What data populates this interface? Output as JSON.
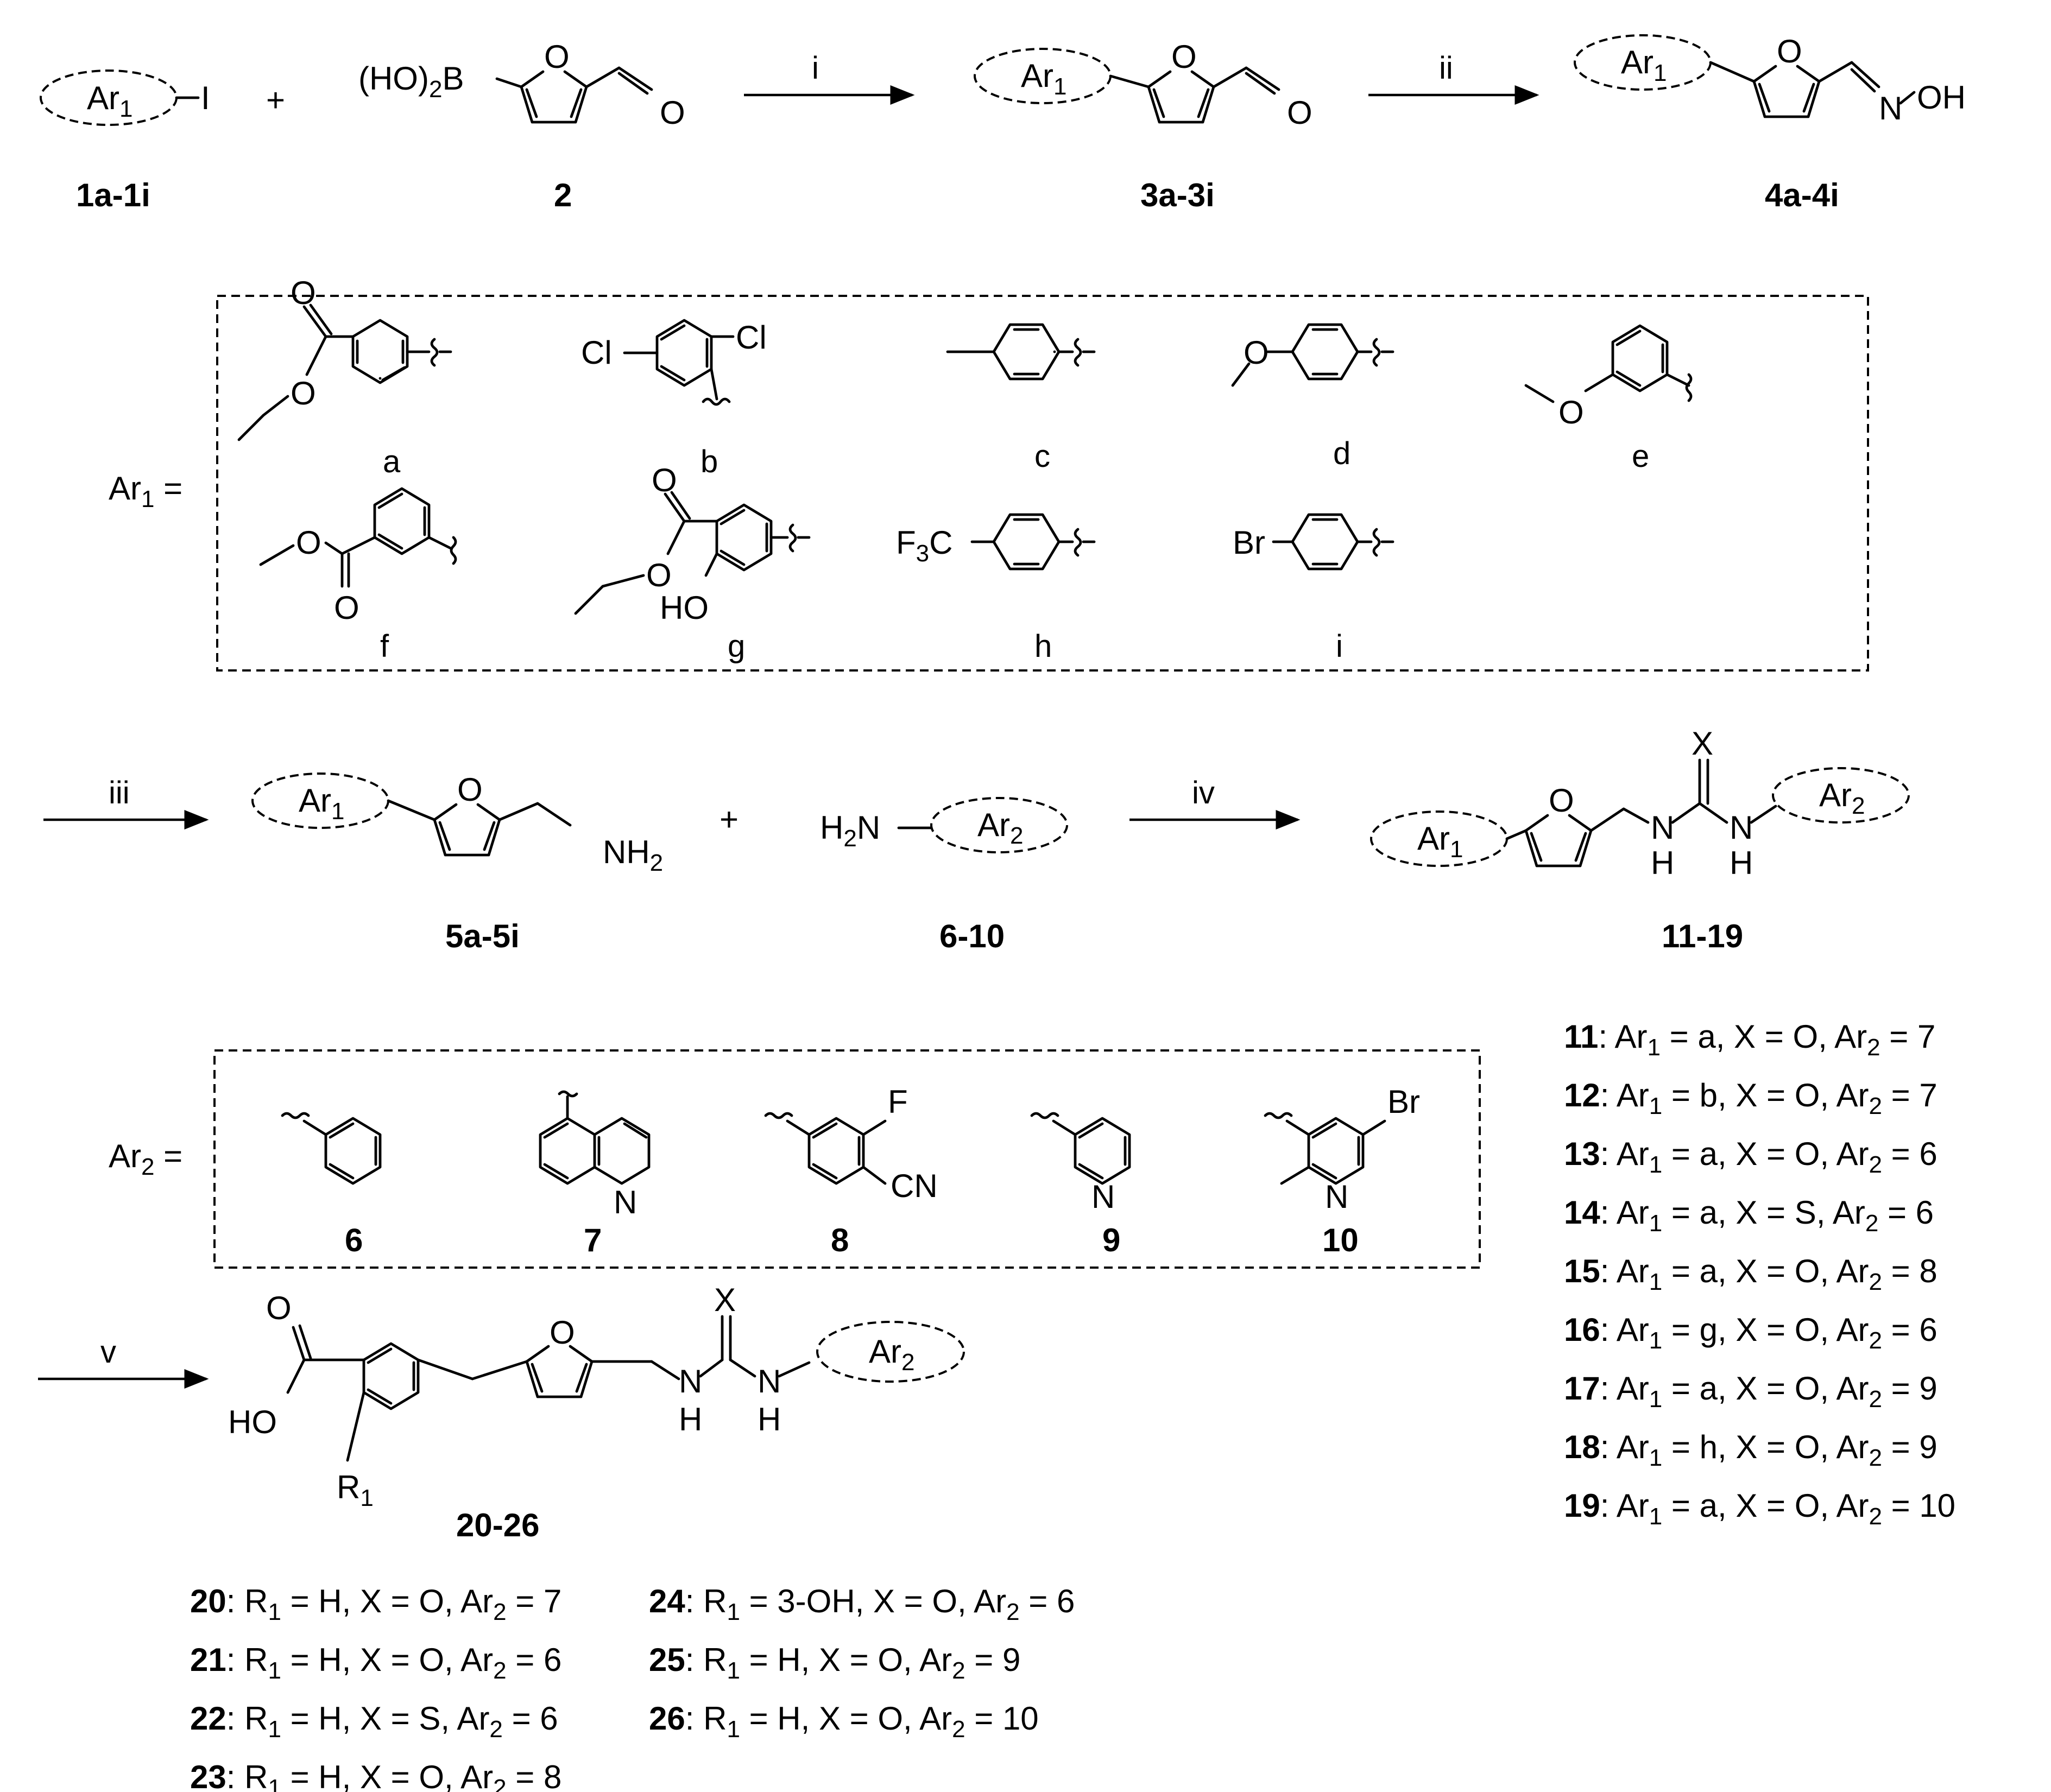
{
  "reagent_labels": {
    "i": "i",
    "ii": "ii",
    "iii": "iii",
    "iv": "iv",
    "v": "v"
  },
  "atoms": {
    "O": "O",
    "I": "I",
    "B": "B",
    "N": "N",
    "H": "H",
    "X": "X",
    "Cl": "Cl",
    "Br": "Br",
    "F": "F",
    "CN": "CN",
    "OH": "OH",
    "HO": "HO",
    "HO_prefix": "(HO)",
    "sub_2": "2",
    "sub_1": "1",
    "sub_3": "3",
    "F3C_F": "F",
    "F3C_C": "C",
    "H2N_H": "H",
    "H2N_N": "N",
    "NH2_N": "NH",
    "N_OH": "N",
    "dash_OH": "OH",
    "R": "R"
  },
  "ar_labels": {
    "Ar": "Ar",
    "one": "1",
    "two": "2"
  },
  "plus": "+",
  "equals": "=",
  "compounds": {
    "c1": "1a-1i",
    "c2": "2",
    "c3": "3a-3i",
    "c4": "4a-4i",
    "c5": "5a-5i",
    "c6": "6-10",
    "c11": "11-19",
    "c20": "20-26"
  },
  "ar1_letters": [
    "a",
    "b",
    "c",
    "d",
    "e",
    "f",
    "g",
    "h",
    "i"
  ],
  "ar2_numbers": [
    "6",
    "7",
    "8",
    "9",
    "10"
  ],
  "defs_11_19": [
    {
      "num": "11",
      "ar1": "a",
      "x": "O",
      "ar2": "7"
    },
    {
      "num": "12",
      "ar1": "b",
      "x": "O",
      "ar2": "7"
    },
    {
      "num": "13",
      "ar1": "a",
      "x": "O",
      "ar2": "6"
    },
    {
      "num": "14",
      "ar1": "a",
      "x": "S",
      "ar2": "6"
    },
    {
      "num": "15",
      "ar1": "a",
      "x": "O",
      "ar2": "8"
    },
    {
      "num": "16",
      "ar1": "g",
      "x": "O",
      "ar2": "6"
    },
    {
      "num": "17",
      "ar1": "a",
      "x": "O",
      "ar2": "9"
    },
    {
      "num": "18",
      "ar1": "h",
      "x": "O",
      "ar2": "9"
    },
    {
      "num": "19",
      "ar1": "a",
      "x": "O",
      "ar2": "10"
    }
  ],
  "defs_20_26": [
    {
      "num": "20",
      "r1": "H",
      "x": "O",
      "ar2": "7"
    },
    {
      "num": "21",
      "r1": "H",
      "x": "O",
      "ar2": "6"
    },
    {
      "num": "22",
      "r1": "H",
      "x": "S",
      "ar2": "6"
    },
    {
      "num": "23",
      "r1": "H",
      "x": "O",
      "ar2": "8"
    },
    {
      "num": "24",
      "r1": "3-OH",
      "x": "O",
      "ar2": "6"
    },
    {
      "num": "25",
      "r1": "H",
      "x": "O",
      "ar2": "9"
    },
    {
      "num": "26",
      "r1": "H",
      "x": "O",
      "ar2": "10"
    }
  ]
}
